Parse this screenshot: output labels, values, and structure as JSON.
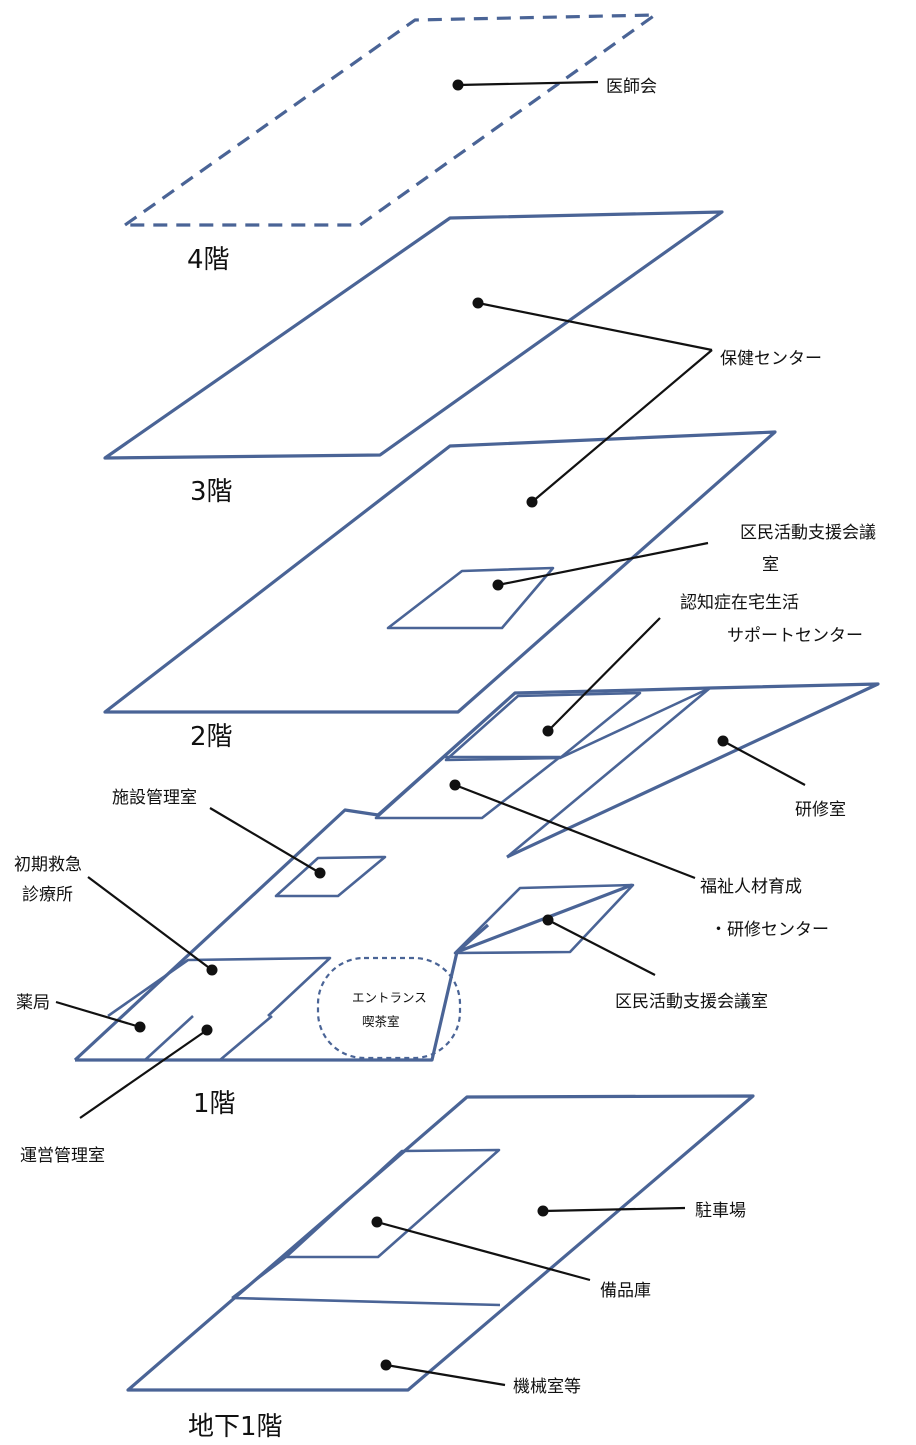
{
  "floors": {
    "f4": "4階",
    "f3": "3階",
    "f2": "2階",
    "f1": "1階",
    "b1": "地下1階"
  },
  "rooms": {
    "medical_association": "医師会",
    "health_center": "保健センター",
    "meeting_room_2f_line1": "区民活動支援会議",
    "meeting_room_2f_line2": "室",
    "dementia_support_line1": "認知症在宅生活",
    "dementia_support_line2": "サポートセンター",
    "training_room": "研修室",
    "facility_management": "施設管理室",
    "emergency_clinic_line1": "初期救急",
    "emergency_clinic_line2": "診療所",
    "welfare_training_line1": "福祉人材育成",
    "welfare_training_line2": "・研修センター",
    "meeting_room_1f": "区民活動支援会議室",
    "entrance_line1": "エントランス",
    "entrance_line2": "喫茶室",
    "pharmacy": "薬局",
    "operations_management": "運営管理室",
    "parking": "駐車場",
    "storage": "備品庫",
    "machine_room": "機械室等"
  },
  "colors": {
    "plate_stroke": "#4a6496",
    "leader": "#111111"
  }
}
